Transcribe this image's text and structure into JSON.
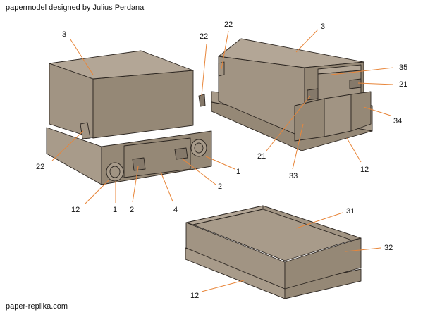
{
  "header": {
    "credit": "papermodel designed by Julius Perdana"
  },
  "footer": {
    "site": "paper-replika.com"
  },
  "colors": {
    "body": "#a89b8a",
    "edge": "#2b2520",
    "leader": "#e8863a"
  },
  "callouts": {
    "n3a": "3",
    "n22a": "22",
    "n22b": "22",
    "n12a": "12",
    "n1a": "1",
    "n2a": "2",
    "n4": "4",
    "n2b": "2",
    "n1b": "1",
    "n22c": "22",
    "n3b": "3",
    "n35": "35",
    "n21a": "21",
    "n34": "34",
    "n21b": "21",
    "n33": "33",
    "n12b": "12",
    "n31": "31",
    "n32": "32",
    "n12c": "12"
  }
}
